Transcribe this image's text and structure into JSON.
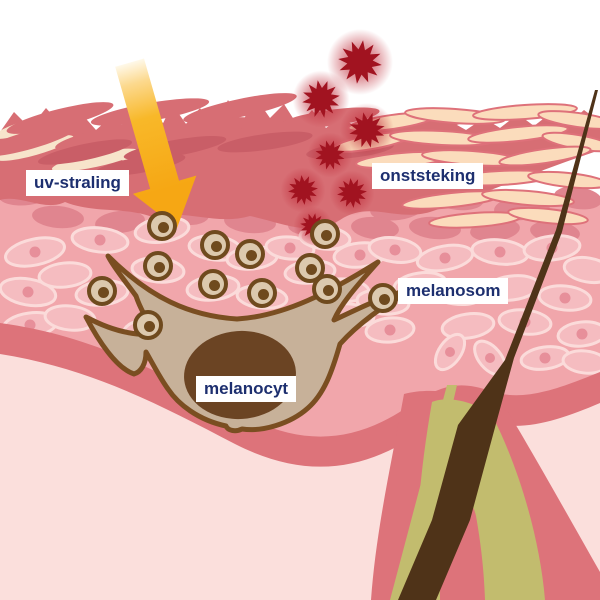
{
  "figure": {
    "description": "Cross-section diagram of human skin showing UV radiation, inflammation particles, melanosomes, a melanocyte and a hair follicle",
    "language": "nl",
    "labels": {
      "uv": "uv-straling",
      "inflammation": "onststeking",
      "melanosome": "melanosom",
      "melanocyte": "melanocyt"
    },
    "counts": {
      "inflammation_stars": 7,
      "melanosomes": 12
    },
    "colors": {
      "label_text": "#1d2f6f",
      "label_bg": "#ffffff",
      "uv_arrow": "#f6a714",
      "inflammation_star": "#a11320",
      "epidermis": "#f1a6ab",
      "epidermis_cell": "#f5bcc0",
      "stratum_corneum": "#d76e74",
      "corneum_flake": "#fbdcbc",
      "basement_membrane": "#dd737a",
      "dermis": "#fbdfdc",
      "melanocyte_body": "#c7b199",
      "melanocyte_outline": "#7a4e21",
      "melanocyte_nucleus": "#6b4423",
      "melanosome_fill": "#dcc9ae",
      "melanosome_outline": "#6f4a1e",
      "hair_shaft": "#4f3318",
      "sebaceous_gland": "#c2bc6e"
    }
  }
}
